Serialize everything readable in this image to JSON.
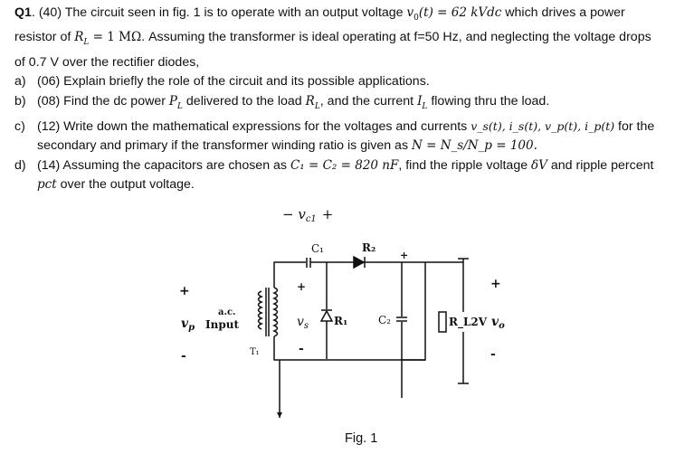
{
  "question": {
    "number": "Q1",
    "intro_1": ". (40) The circuit seen in fig. 1 is to operate with an output voltage ",
    "intro_vo": "v",
    "intro_vo_sub": "0",
    "intro_vo_eq": "(t) = 62 kVdc",
    "intro_2": " which drives a power",
    "line2_a": "resistor of ",
    "line2_rl": "R",
    "line2_rl_sub": "L",
    "line2_rl_eq": " = 1 MΩ",
    "line2_b": ". Assuming the transformer is ideal operating at f=50 Hz, and neglecting the voltage drops",
    "line3": "of 0.7 V over the rectifier diodes,",
    "parts": {
      "a_label": "a)",
      "a_text": "(06) Explain briefly the role of the circuit and its possible applications.",
      "b_label": "b)",
      "b_text_1": "(08) Find the dc power ",
      "b_pl": "P",
      "b_pl_sub": "L",
      "b_text_2": " delivered to the load ",
      "b_rl": "R",
      "b_rl_sub": "L",
      "b_text_3": ", and the current ",
      "b_il": "I",
      "b_il_sub": "L",
      "b_text_4": " flowing thru the load.",
      "c_label": "c)",
      "c_text_1": "(12) Write down the mathematical expressions for the voltages and currents ",
      "c_math": "v_s(t), i_s(t), v_p(t), i_p(t)",
      "c_text_2": " for the",
      "c_text_3": "secondary and primary if the transformer winding ratio is given as ",
      "c_math2": "N = N_s/N_p = 100.",
      "d_label": "d)",
      "d_text_1": "(14) Assuming the capacitors are chosen as ",
      "d_math": "C₁ = C₂ = 820 nF",
      "d_text_2": ", find the ripple voltage ",
      "d_math2": "δV",
      "d_text_3": " and ripple percent",
      "d_math3": "pct",
      "d_text_4": " over the output voltage."
    }
  },
  "figure": {
    "vc1_label": "− v",
    "vc1_sub": "c1",
    "vc1_plus": "+",
    "c1_label": "C₁",
    "r2_label": "R₂",
    "c2_label": "C₂",
    "r1_label": "R₁",
    "rl_label": "R_L2V",
    "vs_label": "v",
    "vs_sub": "s",
    "vo_label": "v",
    "vo_sub": "o",
    "vp_label": "v",
    "vp_sub": "p",
    "input_label": "Input",
    "ac_label": "a.c.",
    "t1_label": "T₁",
    "plus": "+",
    "minus": "-",
    "caption": "Fig. 1"
  }
}
